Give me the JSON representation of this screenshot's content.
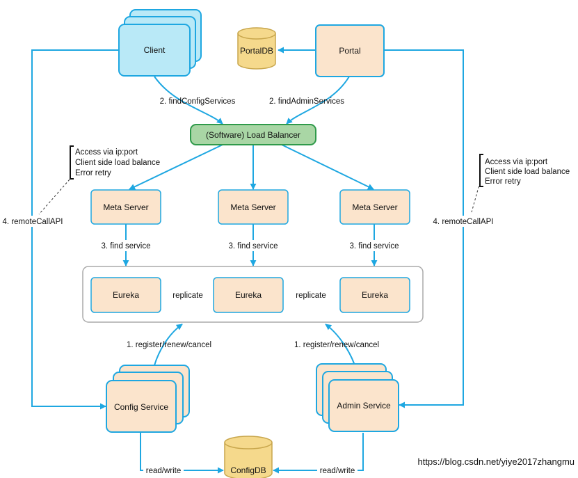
{
  "colors": {
    "edge": "#1ea7e1",
    "client_fill": "#b9e9f7",
    "client_stroke": "#1ea7e1",
    "node_fill": "#fbe4cc",
    "node_stroke": "#1ea7e1",
    "lb_fill": "#a9d6a5",
    "lb_stroke": "#2f9a4a",
    "db_fill": "#f5d98c",
    "db_stroke": "#c8a64c",
    "group_stroke": "#aaaaaa"
  },
  "nodes": {
    "client": "Client",
    "portal": "Portal",
    "portal_db": "PortalDB",
    "load_balancer": "(Software) Load Balancer",
    "meta_server_1": "Meta Server",
    "meta_server_2": "Meta Server",
    "meta_server_3": "Meta Server",
    "eureka_1": "Eureka",
    "eureka_2": "Eureka",
    "eureka_3": "Eureka",
    "config_service": "Config Service",
    "admin_service": "Admin Service",
    "config_db": "ConfigDB"
  },
  "edges": {
    "find_config_services": "2. findConfigServices",
    "find_admin_services": "2. findAdminServices",
    "find_service_1": "3. find service",
    "find_service_2": "3. find service",
    "find_service_3": "3. find service",
    "replicate_1": "replicate",
    "replicate_2": "replicate",
    "register_1": "1. register/renew/cancel",
    "register_2": "1. register/renew/cancel",
    "remote_call_left": "4. remoteCallAPI",
    "remote_call_right": "4. remoteCallAPI",
    "read_write_left": "read/write",
    "read_write_right": "read/write"
  },
  "notes": {
    "left": [
      "Access via ip:port",
      "Client side load balance",
      "Error retry"
    ],
    "right": [
      "Access via ip:port",
      "Client side load balance",
      "Error retry"
    ]
  },
  "watermark": "https://blog.csdn.net/yiye2017zhangmu"
}
